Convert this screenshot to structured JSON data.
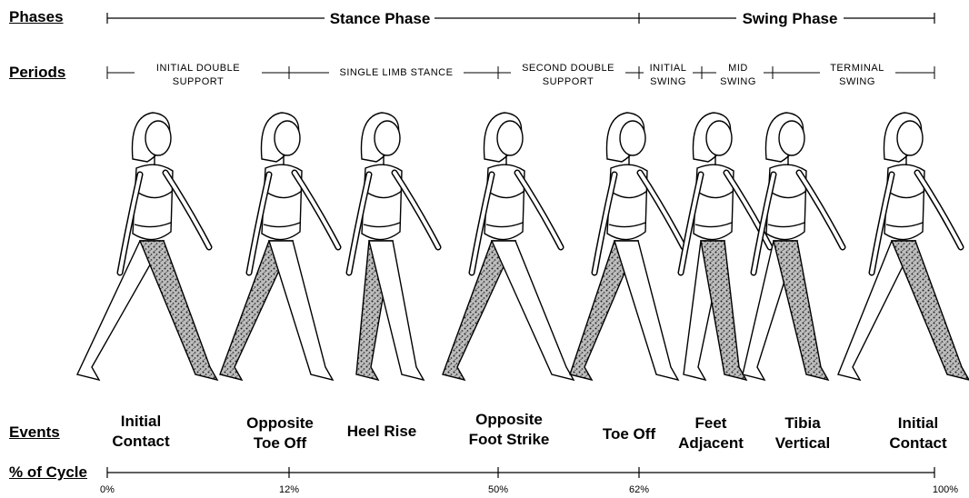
{
  "row_labels": {
    "phases": "Phases",
    "periods": "Periods",
    "events": "Events",
    "cycle": "% of Cycle"
  },
  "phases": [
    {
      "label": "Stance Phase"
    },
    {
      "label": "Swing Phase"
    }
  ],
  "periods": [
    {
      "lines": [
        "INITIAL DOUBLE",
        "SUPPORT"
      ]
    },
    {
      "lines": [
        "SINGLE LIMB STANCE"
      ]
    },
    {
      "lines": [
        "SECOND DOUBLE",
        "SUPPORT"
      ]
    },
    {
      "lines": [
        "INITIAL",
        "SWING"
      ]
    },
    {
      "lines": [
        "MID",
        "SWING"
      ]
    },
    {
      "lines": [
        "TERMINAL",
        "SWING"
      ]
    }
  ],
  "events": [
    {
      "label": "Initial\nContact"
    },
    {
      "label": "Opposite\nToe Off"
    },
    {
      "label": "Heel Rise"
    },
    {
      "label": "Opposite\nFoot Strike"
    },
    {
      "label": "Toe Off"
    },
    {
      "label": "Feet\nAdjacent"
    },
    {
      "label": "Tibia\nVertical"
    },
    {
      "label": "Initial\nContact"
    }
  ],
  "cycle_ticks": [
    {
      "label": "0%"
    },
    {
      "label": "12%"
    },
    {
      "label": "50%"
    },
    {
      "label": "62%"
    },
    {
      "label": "100%"
    }
  ],
  "colors": {
    "ink": "#000000",
    "shade": "#555555",
    "background": "#ffffff"
  }
}
